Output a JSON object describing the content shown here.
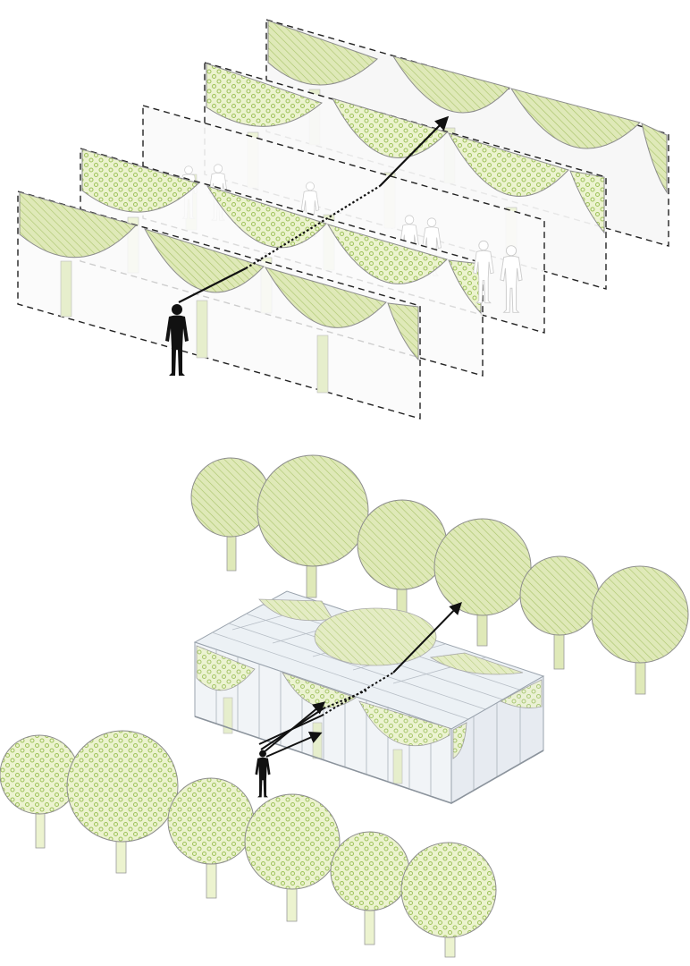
{
  "diagram": {
    "top_view": {
      "panel_count": 5,
      "scale_figures_count": 9
    },
    "bottom_view": {
      "back_tree_row_count": 6,
      "front_tree_row_count": 6,
      "greenhouse_count": 1
    }
  },
  "colors": {
    "canopy_fill": "#dfe9b8",
    "canopy_hatch": "#a9c46a",
    "canopy_dots": "#9ec25a",
    "canopy_outline": "#8d8d8d",
    "panel_fill": "#f7f7f7",
    "panel_dash": "#222222",
    "glass_fill": "#eef2f6",
    "glass_line": "#9aa3ad",
    "figure_black": "#111111",
    "figure_ghost": "#cccccc",
    "arrow": "#111111"
  },
  "icons": {
    "viewer": "person-silhouette-icon",
    "ghost_figures": "person-outline-icon",
    "sightline": "arrow-icon"
  }
}
